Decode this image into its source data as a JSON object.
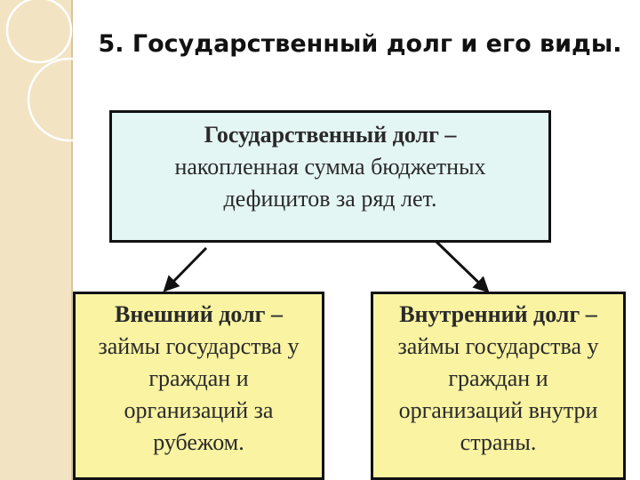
{
  "slide": {
    "title": "5. Государственный долг и его виды."
  },
  "diagram": {
    "main_box": {
      "term": "Государственный долг –",
      "definition_lines": [
        "накопленная сумма бюджетных",
        "дефицитов за ряд лет."
      ]
    },
    "external_box": {
      "term": "Внешний долг –",
      "definition_lines": [
        "займы государства у",
        "граждан и",
        "организаций за",
        "рубежом."
      ]
    },
    "internal_box": {
      "term": "Внутренний долг –",
      "definition_lines": [
        "займы государства у",
        "граждан и",
        "организаций внутри",
        "страны."
      ]
    }
  },
  "colors": {
    "main_box_fill": "#e4f6f4",
    "sub_box_fill": "#f9f3a2",
    "side_strip": "#f2e3c3"
  }
}
